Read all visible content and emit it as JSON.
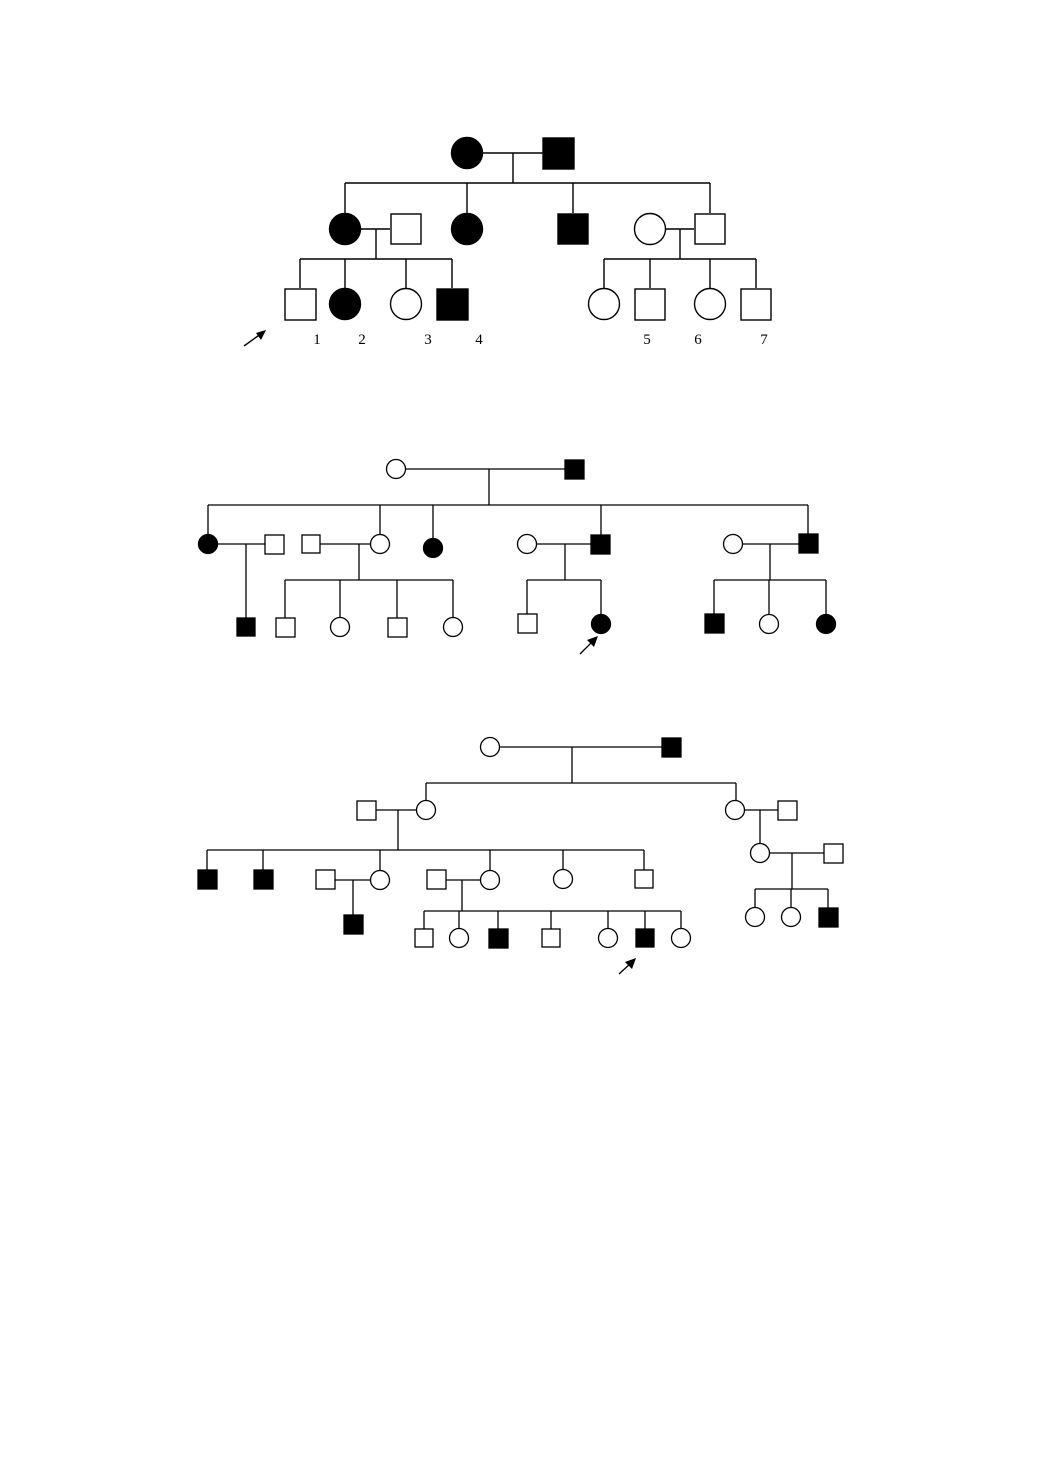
{
  "pedigrees": [
    {
      "id": "pedigree-1",
      "numbers": [
        "1",
        "2",
        "3",
        "4",
        "5",
        "6",
        "7"
      ],
      "individuals": {
        "I-1": {
          "sex": "female",
          "affected": true
        },
        "I-2": {
          "sex": "male",
          "affected": true
        },
        "II-1": {
          "sex": "female",
          "affected": true
        },
        "II-1-spouse": {
          "sex": "male",
          "affected": false
        },
        "II-2": {
          "sex": "female",
          "affected": true
        },
        "II-3": {
          "sex": "male",
          "affected": true
        },
        "II-4": {
          "sex": "female",
          "affected": false
        },
        "II-4-spouse": {
          "sex": "male",
          "affected": false
        },
        "III-1": {
          "sex": "male",
          "affected": false
        },
        "III-2": {
          "sex": "female",
          "affected": true
        },
        "III-3": {
          "sex": "female",
          "affected": false
        },
        "III-4": {
          "sex": "male",
          "affected": true
        },
        "III-5": {
          "sex": "female",
          "affected": false
        },
        "III-6": {
          "sex": "male",
          "affected": false
        },
        "III-7": {
          "sex": "female",
          "affected": false
        },
        "III-8": {
          "sex": "male",
          "affected": false
        }
      },
      "proband_marker": "arrow"
    },
    {
      "id": "pedigree-2",
      "individuals": {
        "I-1": {
          "sex": "female",
          "affected": false
        },
        "I-2": {
          "sex": "male",
          "affected": true
        },
        "II-1": {
          "sex": "female",
          "affected": true
        },
        "II-1-spouse": {
          "sex": "male",
          "affected": false
        },
        "II-2-spouse": {
          "sex": "male",
          "affected": false
        },
        "II-2": {
          "sex": "female",
          "affected": false
        },
        "II-3": {
          "sex": "female",
          "affected": true
        },
        "II-4-spouse": {
          "sex": "female",
          "affected": false
        },
        "II-4": {
          "sex": "male",
          "affected": true
        },
        "II-5-spouse": {
          "sex": "female",
          "affected": false
        },
        "II-5": {
          "sex": "male",
          "affected": true
        },
        "III-1": {
          "sex": "male",
          "affected": true
        },
        "III-2": {
          "sex": "male",
          "affected": false
        },
        "III-3": {
          "sex": "female",
          "affected": false
        },
        "III-4": {
          "sex": "male",
          "affected": false
        },
        "III-5": {
          "sex": "female",
          "affected": false
        },
        "III-6": {
          "sex": "male",
          "affected": false
        },
        "III-7": {
          "sex": "female",
          "affected": true,
          "proband": true
        },
        "III-8": {
          "sex": "male",
          "affected": true
        },
        "III-9": {
          "sex": "female",
          "affected": false
        },
        "III-10": {
          "sex": "female",
          "affected": true
        }
      }
    },
    {
      "id": "pedigree-3",
      "individuals": {
        "I-1": {
          "sex": "female",
          "affected": false
        },
        "I-2": {
          "sex": "male",
          "affected": true
        },
        "II-1-spouse": {
          "sex": "male",
          "affected": false
        },
        "II-1": {
          "sex": "female",
          "affected": false
        },
        "II-2": {
          "sex": "female",
          "affected": false
        },
        "II-2-spouse": {
          "sex": "male",
          "affected": false
        },
        "III-1": {
          "sex": "male",
          "affected": true
        },
        "III-2": {
          "sex": "male",
          "affected": true
        },
        "III-3-spouse": {
          "sex": "male",
          "affected": false
        },
        "III-3": {
          "sex": "female",
          "affected": false
        },
        "III-4-spouse": {
          "sex": "male",
          "affected": false
        },
        "III-4": {
          "sex": "female",
          "affected": false
        },
        "III-5": {
          "sex": "female",
          "affected": false
        },
        "III-6": {
          "sex": "male",
          "affected": false
        },
        "III-7": {
          "sex": "female",
          "affected": false
        },
        "III-7-spouse": {
          "sex": "male",
          "affected": false
        },
        "IV-1": {
          "sex": "male",
          "affected": true
        },
        "IV-2": {
          "sex": "male",
          "affected": false
        },
        "IV-3": {
          "sex": "female",
          "affected": false
        },
        "IV-4": {
          "sex": "male",
          "affected": true
        },
        "IV-5": {
          "sex": "male",
          "affected": false
        },
        "IV-6": {
          "sex": "female",
          "affected": false
        },
        "IV-7": {
          "sex": "male",
          "affected": true,
          "proband": true
        },
        "IV-8": {
          "sex": "female",
          "affected": false
        },
        "IV-9": {
          "sex": "female",
          "affected": false
        },
        "IV-10": {
          "sex": "female",
          "affected": false
        },
        "IV-11": {
          "sex": "male",
          "affected": true
        }
      }
    }
  ],
  "colors": {
    "line": "#000000",
    "affected": "#000000",
    "unaffected": "#ffffff"
  }
}
